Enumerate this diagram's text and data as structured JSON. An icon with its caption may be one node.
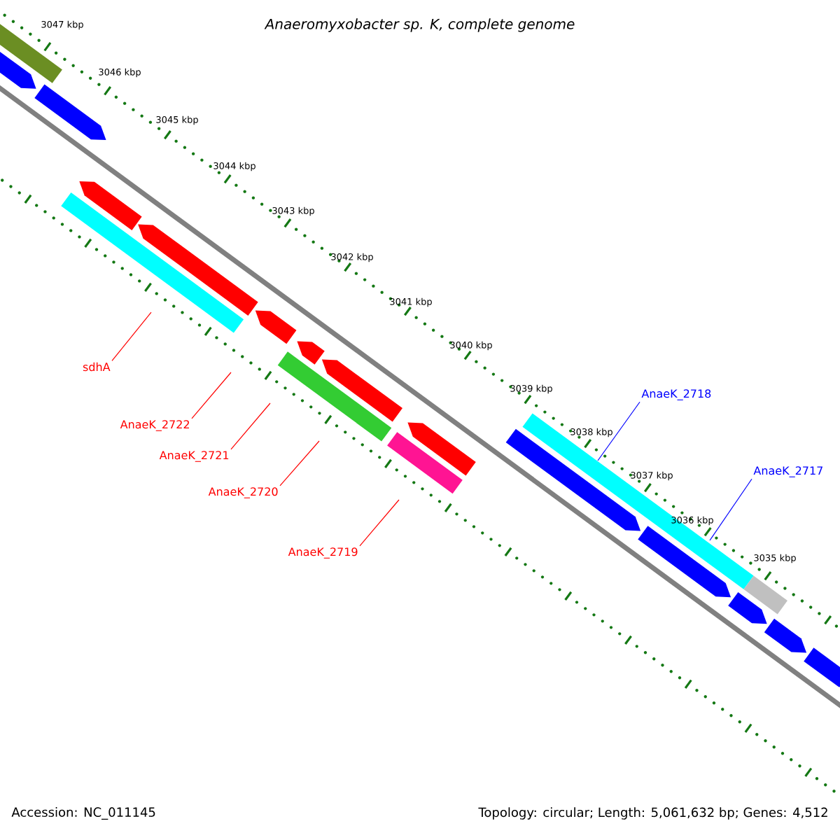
{
  "diagram": {
    "title": "Anaeromyxobacter sp. K, complete genome",
    "nodes": [
      {
        "text": [
          "sdhA"
        ]
      },
      {
        "text": [
          "AnaeK_2722"
        ]
      },
      {
        "text": [
          "AnaeK_2721"
        ]
      },
      {
        "text": [
          "AnaeK_2720"
        ]
      },
      {
        "text": [
          "AnaeK_2719"
        ]
      },
      {
        "text": [
          "AnaeK_2718"
        ]
      },
      {
        "text": [
          "AnaeK_2717"
        ]
      }
    ],
    "edges": [
      {
        "from": 0,
        "to": null,
        "arrow": "none"
      },
      {
        "from": 1,
        "to": null,
        "arrow": "none"
      },
      {
        "from": 2,
        "to": null,
        "arrow": "none"
      },
      {
        "from": 3,
        "to": null,
        "arrow": "none"
      },
      {
        "from": 4,
        "to": null,
        "arrow": "none"
      },
      {
        "from": 5,
        "to": null,
        "arrow": "none",
        "color": "#0000ff"
      },
      {
        "from": 6,
        "to": null,
        "arrow": "none",
        "color": "#0000ff"
      }
    ],
    "labels": [
      "3047 kbp",
      "3046 kbp",
      "3045 kbp",
      "3044 kbp",
      "3043 kbp",
      "3042 kbp",
      "3041 kbp",
      "3040 kbp",
      "3039 kbp",
      "3038 kbp",
      "3037 kbp",
      "3036 kbp",
      "3035 kbp",
      "Accession: NC_011145",
      "Topology: circular; Length: 5,061,632 bp; Genes: 4,512"
    ]
  }
}
